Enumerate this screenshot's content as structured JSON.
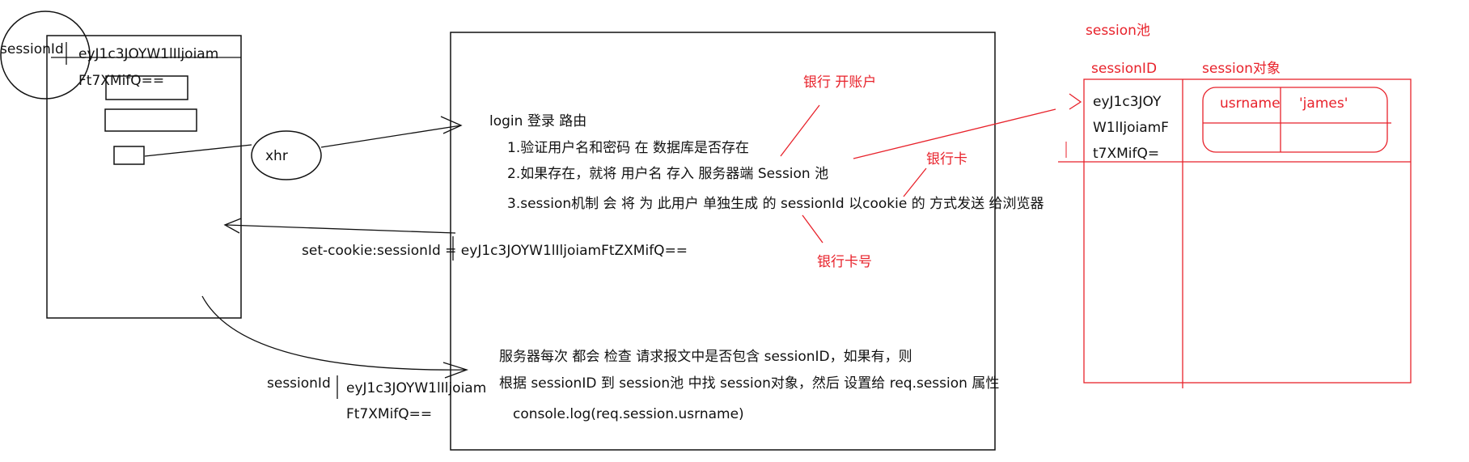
{
  "browser": {
    "session_label": "sessionId",
    "cookie_part1": "eyJ1c3JOYW1lIljoiam",
    "cookie_part2": "Ft7XMifQ=="
  },
  "xhr_label": "xhr",
  "response": {
    "set_cookie": "set-cookie:sessionId = eyJ1c3JOYW1lIljoiamFtZXMifQ=="
  },
  "request": {
    "session_label": "sessionId",
    "cookie_part1": "eyJ1c3JOYW1lIljoiam",
    "cookie_part2": "Ft7XMifQ=="
  },
  "server": {
    "login_title": "login 登录 路由",
    "step1": "1.验证用户名和密码 在 数据库是否存在",
    "step2": "2.如果存在，就将 用户名 存入 服务器端 Session 池",
    "step3": "3.session机制 会 将 为 此用户 单独生成 的 sessionId 以cookie 的 方式发送 给浏览器",
    "check_line1": "服务器每次 都会 检查 请求报文中是否包含 sessionID，如果有，则",
    "check_line2": "根据 sessionID 到 session池 中找 session对象，然后 设置给 req.session 属性",
    "console_line": "console.log(req.session.usrname)"
  },
  "annotations": {
    "open_account": "银行 开账户",
    "bank_card": "银行卡",
    "card_number": "银行卡号"
  },
  "pool": {
    "title": "session池",
    "col_id": "sessionID",
    "col_obj": "session对象",
    "id_line1": "eyJ1c3JOY",
    "id_line2": "W1lIjoiamF",
    "id_line3": "t7XMifQ=",
    "key": "usrname",
    "value": "'james'"
  },
  "colors": {
    "ink": "#111111",
    "red": "#e8222b"
  }
}
